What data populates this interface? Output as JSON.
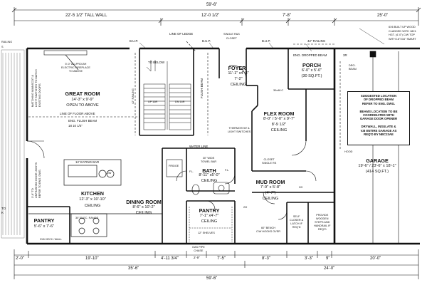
{
  "overall": {
    "top_total": "59'-6\"",
    "bottom_total": "59'-6\"",
    "top_segments": [
      "22'-5 1/2\" TALL WALL",
      "12'-0 1/2\"",
      "7'-8\"",
      "25'-0\""
    ],
    "bottom_row1": [
      "2'-0\"",
      "19'-10\"",
      "4'-11 3/4\"",
      "2'-9\"",
      "7'-5\"",
      "8'-3\"",
      "3'-3\"",
      "9\"",
      "20'-0\""
    ],
    "bottom_row2": [
      "35'-6\"",
      "24'-0\""
    ]
  },
  "callouts": {
    "line_of_ledge": "LINE OF LEDGE",
    "bup_1": "B.U.P.",
    "bup_2": "B.U.P.",
    "bup_3": "B.U.P.",
    "railing_42": "42\" RAILING",
    "railing_left": "RAILING",
    "railing_left_2": "S",
    "line_floor_above": "LINE OF FLOOR ABOVE",
    "eng_flush_beam": "ENG. FLUSH BEAM",
    "eng_flush_beam_2": "18 10 1/4\"",
    "flush_beam": "FLUSH BEAM",
    "to_below": "TO BELOW",
    "railing_42_vert": "42\" RAILING",
    "up_stair": "UP 16R",
    "dn_stair": "DN 16R",
    "water_line": "WATER LINE",
    "fireplace": "5'-0\" ALLPRO-BH\nELECTRIC FIREPLACE\nTO ABOVE",
    "mattress_note": "MATCHING WAINSCOT &\nLIGHT SWITCHES TO MATCH\nEXISTING DOORS",
    "thermostat": "THERMOSTAT &\nLIGHT SWITCHES",
    "closet_30x48": "30x48 C",
    "eng_dropped_beam": "ENG. DROPPED BEAM",
    "three_r": "3R",
    "dro_beam": "DRO-\nBEAM",
    "six_x6": "6X6 BUILT UP WOOD\nCLADDED WITH 18X1\nHGT. (4'-0\") C/W TOP\nWITH 16\"X16\" SMART",
    "hood": "HOOD",
    "tv_note": "3'-6\" TO\nUNFINISHED DOOR JOISTS\nREFER TO ENG. DWG.",
    "left_label": "TO\nK",
    "hech_wall": "2X6 HECH. WALL",
    "gas_pipe": "GAS PIPE\nCHASE",
    "bench": "60\" BENCH\nC/W HOOKS OVER",
    "self_closer": "SELF\nCLOSER &\nLATCH IF\nREQ'D",
    "provide_wooden": "PROVIDE\nWOODEN\nSTEPS AND\nHANDRAIL IF\nREQ'D",
    "shelves": "12\" SHELVES",
    "closet_single_rs": "CLOSET\nSINGLE RS",
    "single_rs_closet": "SINGLE R&S\nCLOSET",
    "fridge": "FRIDGE",
    "fl_1": "F.L.",
    "fl_2": "F.L.",
    "towel_bar": "30\" WIDE\nTOWEL BAR",
    "eating_bar": "12' EATING BAR",
    "dw": "DW",
    "elec_range": "30\" ELEC. RANGE",
    "ab": "2/0",
    "ab2": "2/0"
  },
  "rooms": {
    "great_room": {
      "name": "GREAT ROOM",
      "dims": "14'-3\" x 9'-9\"",
      "note": "OPEN TO ABOVE"
    },
    "foyer": {
      "name": "FOYER",
      "dims": "11'-1\" x4'-8\"",
      "dims2": "7'-2\"",
      "note": "CEILING"
    },
    "porch": {
      "name": "PORCH",
      "dims": "6'-0\" x 5'-0\"",
      "note": "(30 SQ.FT.)"
    },
    "flex_room": {
      "name": "FLEX ROOM",
      "dims": "8'-0\" / 5'-0\" x 9'-7\"",
      "dims2": "8'-9 1/2\"",
      "note": "CEILING"
    },
    "kitchen": {
      "name": "KITCHEN",
      "dims": "12'-3\" x 10'-10\"",
      "note": "CEILING"
    },
    "dining_room": {
      "name": "DINING ROOM",
      "dims": "8'-6\" x 10'-2\"",
      "note": "CEILING"
    },
    "bath": {
      "name": "BATH",
      "dims": "8'-11\" x5'-0\"",
      "note": "CEILING"
    },
    "pantry_mid": {
      "name": "PANTRY",
      "dims": "7'-1\" x4'-7\"",
      "note": "CEILING"
    },
    "pantry_left": {
      "name": "PANTRY",
      "dims": "5'-6\" x 7'-6\""
    },
    "mud_room": {
      "name": "MUD ROOM",
      "dims": "7'-9\" x 5'-8\"",
      "dims2": "(4'-7\")",
      "note": "CEILING"
    },
    "garage": {
      "name": "GARAGE",
      "dims": "19'-6\" / 23'-6\" x 18'-1\"",
      "note": "(414 SQ.FT.)"
    }
  },
  "note_box": {
    "text": "SUGGESTED LOCATION\nOF DROPPED BEAM\nREFER TO ENG. DWG.\n\nBEAMS LOCATION TO BE\nCOORDINATED WITH\nGARAGE DOOR OPENER\n\nDRYWALL, INSULATE &\nV.B ENTIRE GARAGE AS\nREQ'D BY NBC23AE"
  }
}
